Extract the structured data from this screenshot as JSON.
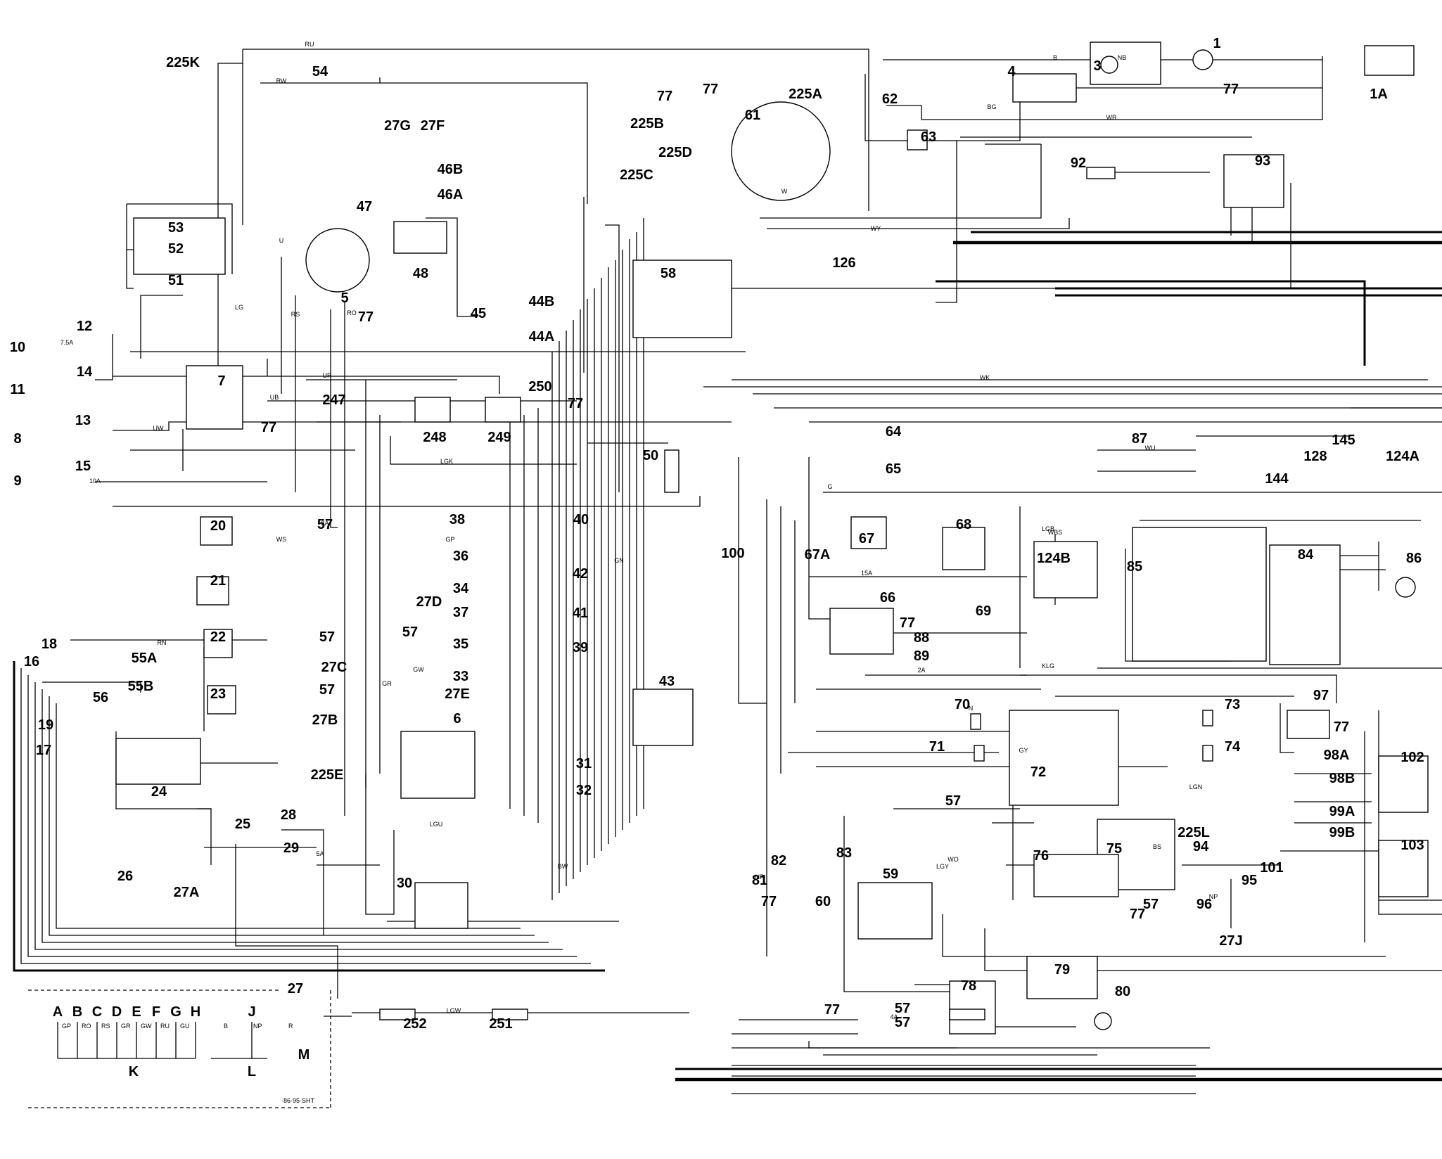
{
  "diagram": {
    "header_components": [
      {
        "label": "225K"
      },
      {
        "label": "54"
      },
      {
        "label": "27G"
      },
      {
        "label": "27F"
      },
      {
        "label": "46B"
      },
      {
        "label": "46A"
      },
      {
        "label": "77"
      },
      {
        "label": "225B"
      },
      {
        "label": "61"
      },
      {
        "label": "225A"
      },
      {
        "label": "225D"
      },
      {
        "label": "225C"
      },
      {
        "label": "62"
      },
      {
        "label": "63"
      },
      {
        "label": "77"
      },
      {
        "label": "4"
      },
      {
        "label": "3"
      },
      {
        "label": "1"
      },
      {
        "label": "1A"
      },
      {
        "label": "77"
      },
      {
        "label": "92"
      },
      {
        "label": "93"
      },
      {
        "label": "53"
      },
      {
        "label": "52"
      },
      {
        "label": "51"
      },
      {
        "label": "47"
      },
      {
        "label": "48"
      },
      {
        "label": "5"
      },
      {
        "label": "77"
      },
      {
        "label": "58"
      },
      {
        "label": "126"
      },
      {
        "label": "45"
      },
      {
        "label": "44B"
      },
      {
        "label": "44A"
      }
    ],
    "left_components": [
      {
        "label": "10"
      },
      {
        "label": "12"
      },
      {
        "label": "11"
      },
      {
        "label": "14"
      },
      {
        "label": "7"
      },
      {
        "label": "247"
      },
      {
        "label": "250"
      },
      {
        "label": "77"
      },
      {
        "label": "8"
      },
      {
        "label": "13"
      },
      {
        "label": "77"
      },
      {
        "label": "248"
      },
      {
        "label": "249"
      },
      {
        "label": "9"
      },
      {
        "label": "15"
      },
      {
        "label": "50"
      },
      {
        "label": "64"
      },
      {
        "label": "65"
      },
      {
        "label": "87"
      },
      {
        "label": "144"
      },
      {
        "label": "145"
      },
      {
        "label": "128"
      },
      {
        "label": "124A"
      }
    ],
    "middle_components": [
      {
        "label": "57"
      },
      {
        "label": "20"
      },
      {
        "label": "38"
      },
      {
        "label": "40"
      },
      {
        "label": "36"
      },
      {
        "label": "100"
      },
      {
        "label": "21"
      },
      {
        "label": "34"
      },
      {
        "label": "42"
      },
      {
        "label": "27D"
      },
      {
        "label": "41"
      },
      {
        "label": "37"
      },
      {
        "label": "57"
      },
      {
        "label": "18"
      },
      {
        "label": "22"
      },
      {
        "label": "57"
      },
      {
        "label": "35"
      },
      {
        "label": "39"
      },
      {
        "label": "55A"
      },
      {
        "label": "27C"
      },
      {
        "label": "16"
      },
      {
        "label": "33"
      },
      {
        "label": "56"
      },
      {
        "label": "55B"
      },
      {
        "label": "23"
      },
      {
        "label": "57"
      },
      {
        "label": "27E"
      },
      {
        "label": "43"
      },
      {
        "label": "19"
      },
      {
        "label": "27B"
      },
      {
        "label": "17"
      },
      {
        "label": "6"
      },
      {
        "label": "24"
      },
      {
        "label": "225E"
      },
      {
        "label": "31"
      },
      {
        "label": "32"
      },
      {
        "label": "25"
      },
      {
        "label": "28"
      },
      {
        "label": "29"
      },
      {
        "label": "26"
      },
      {
        "label": "27A"
      },
      {
        "label": "30"
      }
    ],
    "right_components": [
      {
        "label": "67"
      },
      {
        "label": "68"
      },
      {
        "label": "67A"
      },
      {
        "label": "124B"
      },
      {
        "label": "85"
      },
      {
        "label": "84"
      },
      {
        "label": "86"
      },
      {
        "label": "66"
      },
      {
        "label": "77"
      },
      {
        "label": "69"
      },
      {
        "label": "88"
      },
      {
        "label": "89"
      },
      {
        "label": "70"
      },
      {
        "label": "73"
      },
      {
        "label": "97"
      },
      {
        "label": "77"
      },
      {
        "label": "71"
      },
      {
        "label": "74"
      },
      {
        "label": "98A"
      },
      {
        "label": "102"
      },
      {
        "label": "72"
      },
      {
        "label": "98B"
      },
      {
        "label": "57"
      },
      {
        "label": "99A"
      },
      {
        "label": "99B"
      },
      {
        "label": "75"
      },
      {
        "label": "225L"
      },
      {
        "label": "94"
      },
      {
        "label": "83"
      },
      {
        "label": "82"
      },
      {
        "label": "59"
      },
      {
        "label": "76"
      },
      {
        "label": "101"
      },
      {
        "label": "103"
      },
      {
        "label": "81"
      },
      {
        "label": "77"
      },
      {
        "label": "95"
      },
      {
        "label": "60"
      },
      {
        "label": "57"
      },
      {
        "label": "77"
      },
      {
        "label": "96"
      },
      {
        "label": "27J"
      },
      {
        "label": "79"
      },
      {
        "label": "78"
      },
      {
        "label": "80"
      },
      {
        "label": "57"
      },
      {
        "label": "77"
      },
      {
        "label": "57"
      },
      {
        "label": "252"
      },
      {
        "label": "251"
      }
    ],
    "wire_codes": [
      {
        "label": "RU"
      },
      {
        "label": "RW"
      },
      {
        "label": "B"
      },
      {
        "label": "NB"
      },
      {
        "label": "W"
      },
      {
        "label": "WR"
      },
      {
        "label": "BG"
      },
      {
        "label": "WY"
      },
      {
        "label": "U"
      },
      {
        "label": "RS"
      },
      {
        "label": "RO"
      },
      {
        "label": "LG"
      },
      {
        "label": "UR"
      },
      {
        "label": "UB"
      },
      {
        "label": "UW"
      },
      {
        "label": "LGK"
      },
      {
        "label": "G"
      },
      {
        "label": "WK"
      },
      {
        "label": "WBS"
      },
      {
        "label": "GP"
      },
      {
        "label": "GR"
      },
      {
        "label": "WS"
      },
      {
        "label": "RN"
      },
      {
        "label": "GW"
      },
      {
        "label": "LGU"
      },
      {
        "label": "NR"
      },
      {
        "label": "BW"
      },
      {
        "label": "GN"
      },
      {
        "label": "N"
      },
      {
        "label": "KLG"
      },
      {
        "label": "WU"
      },
      {
        "label": "BS"
      },
      {
        "label": "LGY"
      },
      {
        "label": "NP"
      },
      {
        "label": "WO"
      },
      {
        "label": "GY"
      },
      {
        "label": "7.5A"
      },
      {
        "label": "10A"
      },
      {
        "label": "5A"
      },
      {
        "label": "3A"
      },
      {
        "label": "2A"
      },
      {
        "label": "15A"
      },
      {
        "label": "4A"
      },
      {
        "label": "LGB"
      },
      {
        "label": "LGN"
      },
      {
        "label": "LGW"
      }
    ],
    "legend": {
      "title": "27",
      "connector_letters": [
        {
          "label": "A"
        },
        {
          "label": "B"
        },
        {
          "label": "C"
        },
        {
          "label": "D"
        },
        {
          "label": "E"
        },
        {
          "label": "F"
        },
        {
          "label": "G"
        },
        {
          "label": "H"
        },
        {
          "label": "J"
        }
      ],
      "pin_codes": [
        {
          "label": "GP"
        },
        {
          "label": "RO"
        },
        {
          "label": "RS"
        },
        {
          "label": "GR"
        },
        {
          "label": "GW"
        },
        {
          "label": "RU"
        },
        {
          "label": "GU"
        },
        {
          "label": "B"
        },
        {
          "label": "NP"
        },
        {
          "label": "R"
        }
      ],
      "group_labels": [
        {
          "label": "K"
        },
        {
          "label": "L"
        },
        {
          "label": "M"
        }
      ]
    },
    "drawing_ref": "·86·95·SHT"
  }
}
